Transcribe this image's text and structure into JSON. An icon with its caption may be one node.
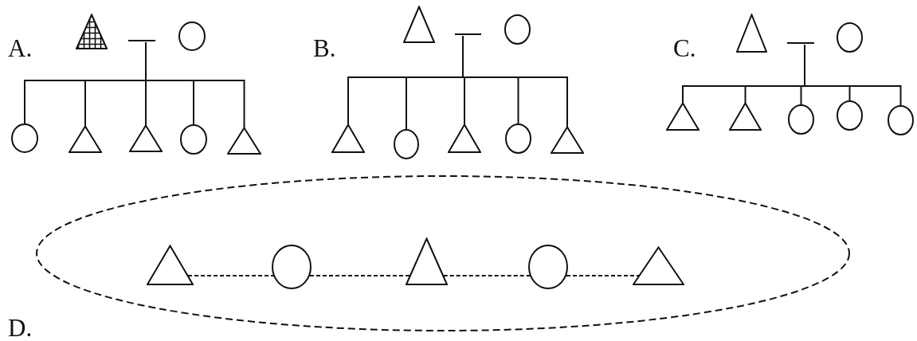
{
  "diagram": {
    "nodes": [
      {
        "text": [],
        "shape": "triangle"
      },
      {
        "text": [],
        "shape": "bar"
      },
      {
        "text": [],
        "shape": "circle"
      },
      {
        "text": [],
        "shape": "circle"
      },
      {
        "text": [],
        "shape": "triangle"
      },
      {
        "text": [],
        "shape": "triangle"
      },
      {
        "text": [],
        "shape": "circle"
      },
      {
        "text": [],
        "shape": "triangle"
      },
      {
        "text": [],
        "shape": "triangle"
      },
      {
        "text": [],
        "shape": "bar"
      },
      {
        "text": [],
        "shape": "circle"
      },
      {
        "text": [],
        "shape": "triangle"
      },
      {
        "text": [],
        "shape": "circle"
      },
      {
        "text": [],
        "shape": "triangle"
      },
      {
        "text": [],
        "shape": "circle"
      },
      {
        "text": [],
        "shape": "triangle"
      },
      {
        "text": [],
        "shape": "triangle"
      },
      {
        "text": [],
        "shape": "bar"
      },
      {
        "text": [],
        "shape": "circle"
      },
      {
        "text": [],
        "shape": "triangle"
      },
      {
        "text": [],
        "shape": "triangle"
      },
      {
        "text": [],
        "shape": "circle"
      },
      {
        "text": [],
        "shape": "circle"
      },
      {
        "text": [],
        "shape": "circle"
      },
      {
        "text": [],
        "shape": "ellipse"
      },
      {
        "text": [],
        "shape": "triangle",
        "in": 24
      },
      {
        "text": [],
        "shape": "circle",
        "in": 24
      },
      {
        "text": [],
        "shape": "triangle",
        "in": 24
      },
      {
        "text": [],
        "shape": "circle",
        "in": 24
      },
      {
        "text": [],
        "shape": "triangle",
        "in": 24
      }
    ],
    "edges": [
      {
        "from": 1,
        "to": 3,
        "arrow": "none"
      },
      {
        "from": 1,
        "to": 4,
        "arrow": "none"
      },
      {
        "from": 1,
        "to": 5,
        "arrow": "none"
      },
      {
        "from": 1,
        "to": 6,
        "arrow": "none"
      },
      {
        "from": 1,
        "to": 7,
        "arrow": "none"
      },
      {
        "from": 9,
        "to": 11,
        "arrow": "none"
      },
      {
        "from": 9,
        "to": 12,
        "arrow": "none"
      },
      {
        "from": 9,
        "to": 13,
        "arrow": "none"
      },
      {
        "from": 9,
        "to": 14,
        "arrow": "none"
      },
      {
        "from": 9,
        "to": 15,
        "arrow": "none"
      },
      {
        "from": 17,
        "to": 19,
        "arrow": "none"
      },
      {
        "from": 17,
        "to": 20,
        "arrow": "none"
      },
      {
        "from": 17,
        "to": 21,
        "arrow": "none"
      },
      {
        "from": 17,
        "to": 22,
        "arrow": "none"
      },
      {
        "from": 17,
        "to": 23,
        "arrow": "none"
      },
      {
        "from": 25,
        "to": 26,
        "arrow": "none",
        "style": "dashed"
      },
      {
        "from": 26,
        "to": 27,
        "arrow": "none",
        "style": "dashed"
      },
      {
        "from": 27,
        "to": 28,
        "arrow": "none",
        "style": "dashed"
      },
      {
        "from": 28,
        "to": 29,
        "arrow": "none",
        "style": "dashed"
      }
    ],
    "labels": [
      "A.",
      "B.",
      "C.",
      "D."
    ]
  }
}
